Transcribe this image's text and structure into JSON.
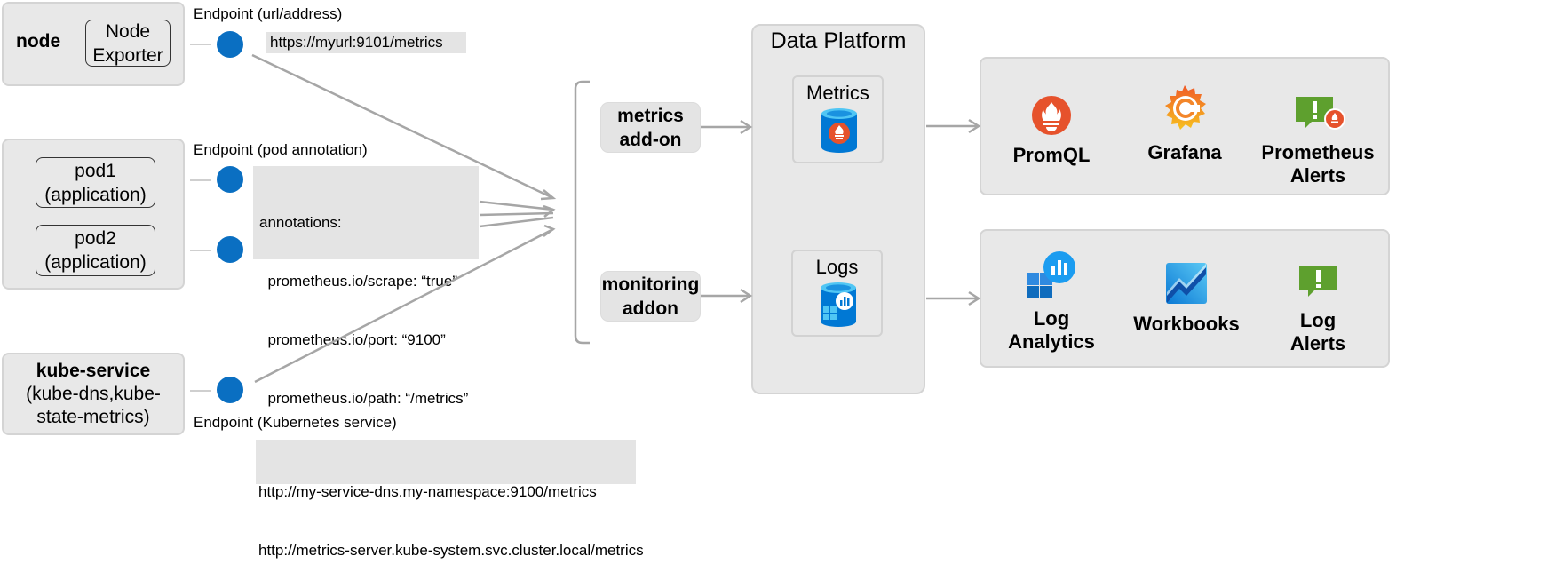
{
  "sources": {
    "node": {
      "title": "node",
      "exporter_line1": "Node",
      "exporter_line2": "Exporter",
      "endpoint_label": "Endpoint (url/address)",
      "endpoint_value": "https://myurl:9101/metrics"
    },
    "pods": {
      "endpoint_label": "Endpoint (pod annotation)",
      "pod1_line1": "pod1",
      "pod1_line2": "(application)",
      "pod2_line1": "pod2",
      "pod2_line2": "(application)",
      "annotations": [
        "annotations:",
        "  prometheus.io/scrape: “true”",
        "  prometheus.io/port: “9100”",
        "  prometheus.io/path: “/metrics”"
      ]
    },
    "service": {
      "title": "kube-service",
      "subtitle_line1": "(kube-dns,kube-",
      "subtitle_line2": "state-metrics)",
      "endpoint_label": "Endpoint (Kubernetes service)",
      "urls": [
        "http://my-service-dns.my-namespace:9100/metrics",
        "http://metrics-server.kube-system.svc.cluster.local/metrics"
      ]
    }
  },
  "addons": {
    "metrics_line1": "metrics",
    "metrics_line2": "add-on",
    "monitoring_line1": "monitoring",
    "monitoring_line2": "addon"
  },
  "platform": {
    "title": "Data Platform",
    "metrics_label": "Metrics",
    "logs_label": "Logs"
  },
  "metrics_tools": [
    {
      "label_line1": "PromQL",
      "label_line2": "",
      "icon": "prometheus-icon"
    },
    {
      "label_line1": "Grafana",
      "label_line2": "",
      "icon": "grafana-icon"
    },
    {
      "label_line1": "Prometheus",
      "label_line2": "Alerts",
      "icon": "prometheus-alert-icon"
    }
  ],
  "log_tools": [
    {
      "label_line1": "Log",
      "label_line2": "Analytics",
      "icon": "log-analytics-icon"
    },
    {
      "label_line1": "Workbooks",
      "label_line2": "",
      "icon": "workbooks-icon"
    },
    {
      "label_line1": "Log",
      "label_line2": "Alerts",
      "icon": "log-alert-icon"
    }
  ],
  "colors": {
    "box_fill": "#e8e8e8",
    "endpoint_blue": "#0a6fc2",
    "arrow_grey": "#a6a6a6",
    "prometheus_orange": "#e6522c",
    "azure_blue": "#0078d4",
    "alert_green": "#5ea02e"
  }
}
